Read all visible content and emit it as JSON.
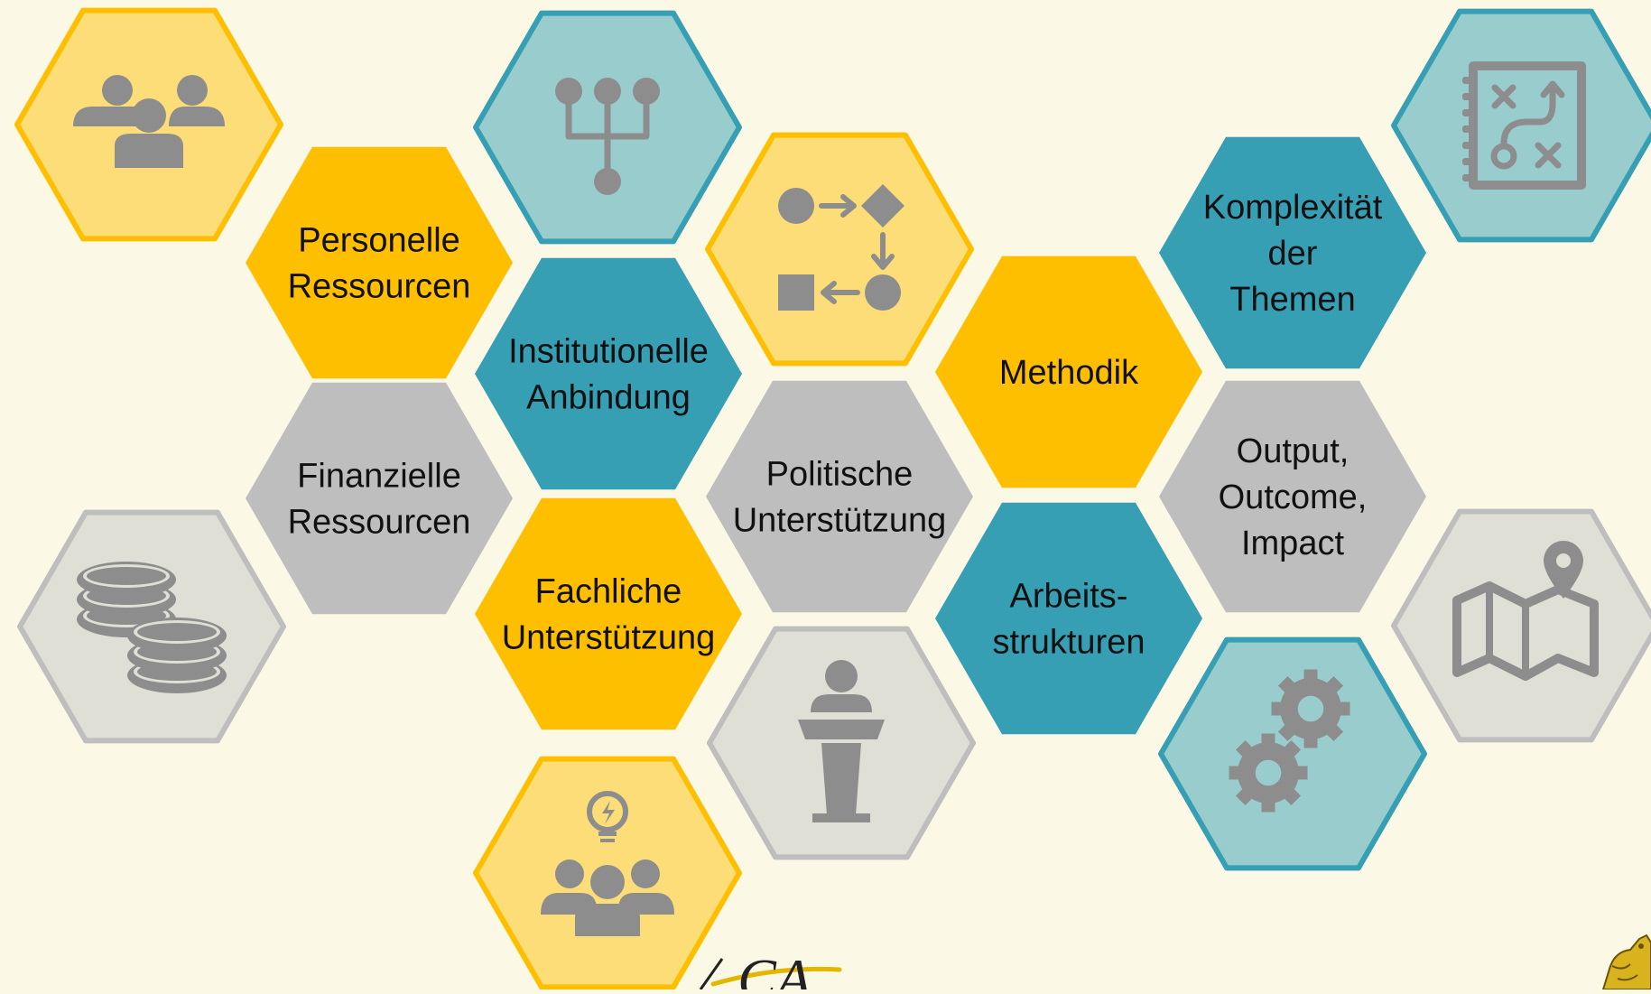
{
  "diagram": {
    "background": "#fbf8e6",
    "palette": {
      "yellow_dark": "#fdbf00",
      "yellow_light": "#fcdd78",
      "teal_dark": "#379fb4",
      "teal_light": "#99cdcd",
      "grey_dark": "#bebebe",
      "grey_light": "#dfdfd6",
      "icon_grey": "#8d8d8d"
    },
    "label_tiles": [
      {
        "id": "personelle-ressourcen",
        "color": "yellow",
        "lines": [
          "Personelle",
          "Ressourcen"
        ]
      },
      {
        "id": "institutionelle-anbindung",
        "color": "teal",
        "lines": [
          "Institutionelle",
          "Anbindung"
        ]
      },
      {
        "id": "finanzielle-ressourcen",
        "color": "grey",
        "lines": [
          "Finanzielle",
          "Ressourcen"
        ]
      },
      {
        "id": "fachliche-unterstuetzung",
        "color": "yellow",
        "lines": [
          "Fachliche",
          "Unterstützung"
        ]
      },
      {
        "id": "politische-unterstuetzung",
        "color": "grey",
        "lines": [
          "Politische",
          "Unterstützung"
        ]
      },
      {
        "id": "methodik",
        "color": "yellow",
        "lines": [
          "Methodik"
        ]
      },
      {
        "id": "arbeitsstrukturen",
        "color": "teal",
        "lines": [
          "Arbeits-",
          "strukturen"
        ]
      },
      {
        "id": "komplexitaet-der-themen",
        "color": "teal",
        "lines": [
          "Komplexität",
          "der",
          "Themen"
        ]
      },
      {
        "id": "output-outcome-impact",
        "color": "grey",
        "lines": [
          "Output,",
          "Outcome,",
          "Impact"
        ]
      }
    ],
    "icon_tiles": [
      {
        "id": "people-group",
        "icon": "people-group-icon",
        "color": "yellow"
      },
      {
        "id": "hierarchy",
        "icon": "hierarchy-icon",
        "color": "teal"
      },
      {
        "id": "process-flow",
        "icon": "process-flow-icon",
        "color": "yellow"
      },
      {
        "id": "strategy-board",
        "icon": "strategy-board-icon",
        "color": "teal"
      },
      {
        "id": "coins",
        "icon": "coins-icon",
        "color": "grey"
      },
      {
        "id": "speaker-podium",
        "icon": "speaker-podium-icon",
        "color": "grey"
      },
      {
        "id": "gears",
        "icon": "gears-icon",
        "color": "teal"
      },
      {
        "id": "map-pin",
        "icon": "map-pin-icon",
        "color": "grey"
      },
      {
        "id": "team-idea",
        "icon": "team-idea-icon",
        "color": "yellow"
      }
    ],
    "footer_logo_text": "CA",
    "footer_emblem": "coat-of-arms-icon"
  }
}
